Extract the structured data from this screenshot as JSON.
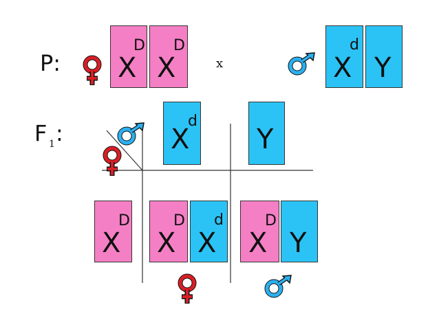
{
  "parents": {
    "label": "P",
    "colon": ":",
    "cross": "x",
    "female": {
      "alleles": [
        {
          "letter": "X",
          "sup": "D"
        },
        {
          "letter": "X",
          "sup": "D"
        }
      ]
    },
    "male": {
      "alleles": [
        {
          "letter": "X",
          "sup": "d"
        },
        {
          "letter": "Y",
          "sup": ""
        }
      ]
    }
  },
  "f1": {
    "label": "F",
    "subscript": "1",
    "colon": ":",
    "column_headers": [
      {
        "letter": "X",
        "sup": "d"
      },
      {
        "letter": "Y",
        "sup": ""
      }
    ],
    "row_header": {
      "letter": "X",
      "sup": "D"
    },
    "offspring": [
      [
        {
          "letter": "X",
          "sup": "D"
        },
        {
          "letter": "X",
          "sup": "d"
        }
      ],
      [
        {
          "letter": "X",
          "sup": "D"
        },
        {
          "letter": "Y",
          "sup": ""
        }
      ]
    ]
  },
  "colors": {
    "x_box": "#f57fc4",
    "y_box": "#2bc3f5",
    "female_symbol": "#d81f26",
    "male_symbol": "#2bb0f0"
  },
  "icons": [
    "female-symbol-icon",
    "male-symbol-icon"
  ]
}
